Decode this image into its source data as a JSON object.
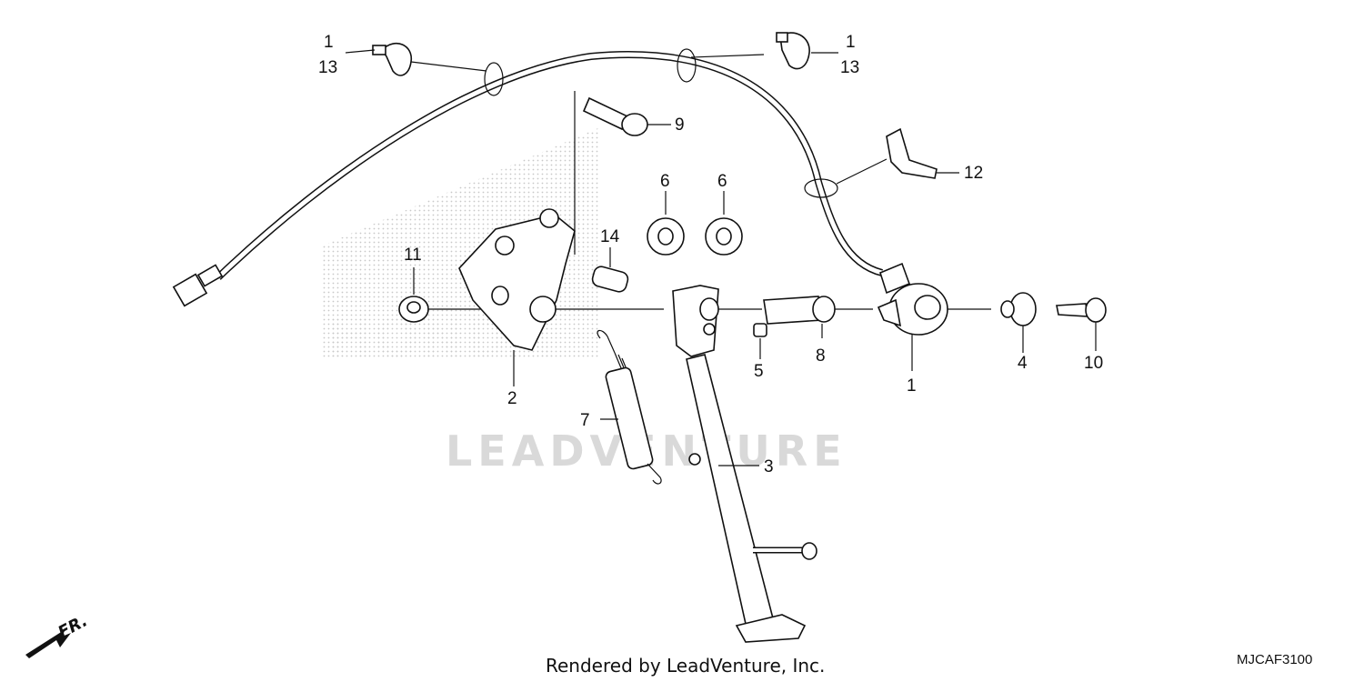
{
  "watermark": "LEADVENTURE",
  "footer": {
    "rendered_by": "Rendered by LeadVenture, Inc.",
    "diagram_code": "MJCAF3100"
  },
  "direction": {
    "label": "FR.",
    "icon": "arrow-front-icon"
  },
  "callouts": {
    "clip_left_a": "1",
    "clip_left_b": "13",
    "clip_right_a": "1",
    "clip_right_b": "13",
    "bolt_9": "9",
    "bracket_12": "12",
    "washer_6a": "6",
    "washer_6b": "6",
    "collar_14": "14",
    "nut_11": "11",
    "bracket_2": "2",
    "spring_7": "7",
    "stand_3": "3",
    "nut_5": "5",
    "bolt_8": "8",
    "switch_1": "1",
    "washer_4": "4",
    "screw_10": "10"
  }
}
